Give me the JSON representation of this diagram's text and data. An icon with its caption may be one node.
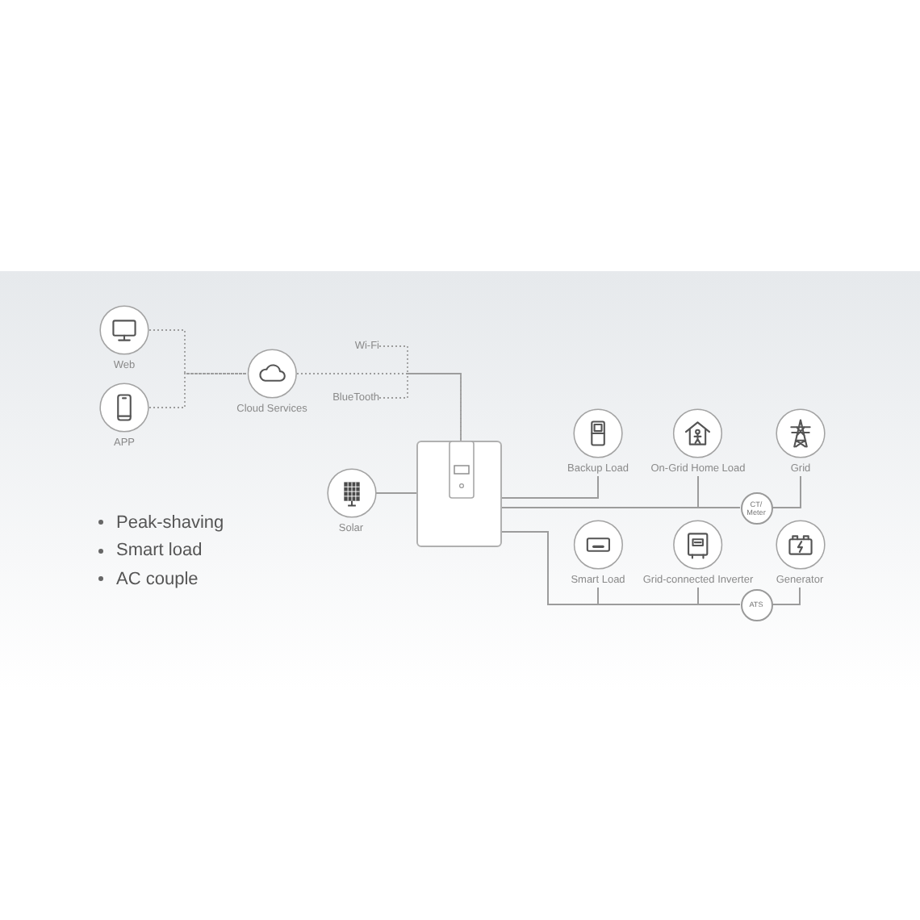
{
  "diagram": {
    "nodes": [
      {
        "text": [
          "Web"
        ]
      },
      {
        "text": [
          "APP"
        ]
      },
      {
        "text": [
          "Cloud Services"
        ]
      },
      {
        "text": [
          "Wi-Fi"
        ]
      },
      {
        "text": [
          "BlueTooth"
        ]
      },
      {
        "text": [],
        "shape": "box"
      },
      {
        "text": [
          "Solar"
        ]
      },
      {
        "text": [
          "Backup Load"
        ]
      },
      {
        "text": [
          "On-Grid Home Load"
        ]
      },
      {
        "text": [
          "Grid"
        ]
      },
      {
        "text": [
          "CT/ Meter"
        ]
      },
      {
        "text": [
          "Smart Load"
        ]
      },
      {
        "text": [
          "Grid-connected Inverter"
        ]
      },
      {
        "text": [
          "Generator"
        ]
      },
      {
        "text": [
          "ATS"
        ]
      }
    ],
    "edges": [
      {
        "from": 0,
        "to": 2,
        "arrow": "none",
        "style": "dashed"
      },
      {
        "from": 1,
        "to": 2,
        "arrow": "none",
        "style": "dashed"
      },
      {
        "from": 2,
        "to": 5,
        "arrow": "none",
        "style": "dashed"
      },
      {
        "from": 3,
        "to": 5,
        "arrow": "none",
        "style": "dashed"
      },
      {
        "from": 4,
        "to": 5,
        "arrow": "none",
        "style": "dashed"
      },
      {
        "from": 6,
        "to": 5,
        "arrow": "none"
      },
      {
        "from": 5,
        "to": 7,
        "arrow": "none"
      },
      {
        "from": 5,
        "to": 8,
        "arrow": "none"
      },
      {
        "from": 5,
        "to": 10,
        "arrow": "none"
      },
      {
        "from": 10,
        "to": 9,
        "arrow": "none"
      },
      {
        "from": 5,
        "to": 11,
        "arrow": "none"
      },
      {
        "from": 5,
        "to": 12,
        "arrow": "none"
      },
      {
        "from": 5,
        "to": 14,
        "arrow": "none"
      },
      {
        "from": 14,
        "to": 13,
        "arrow": "none"
      }
    ],
    "labels": [
      "Peak-shaving",
      "Smart load",
      "AC couple"
    ]
  }
}
